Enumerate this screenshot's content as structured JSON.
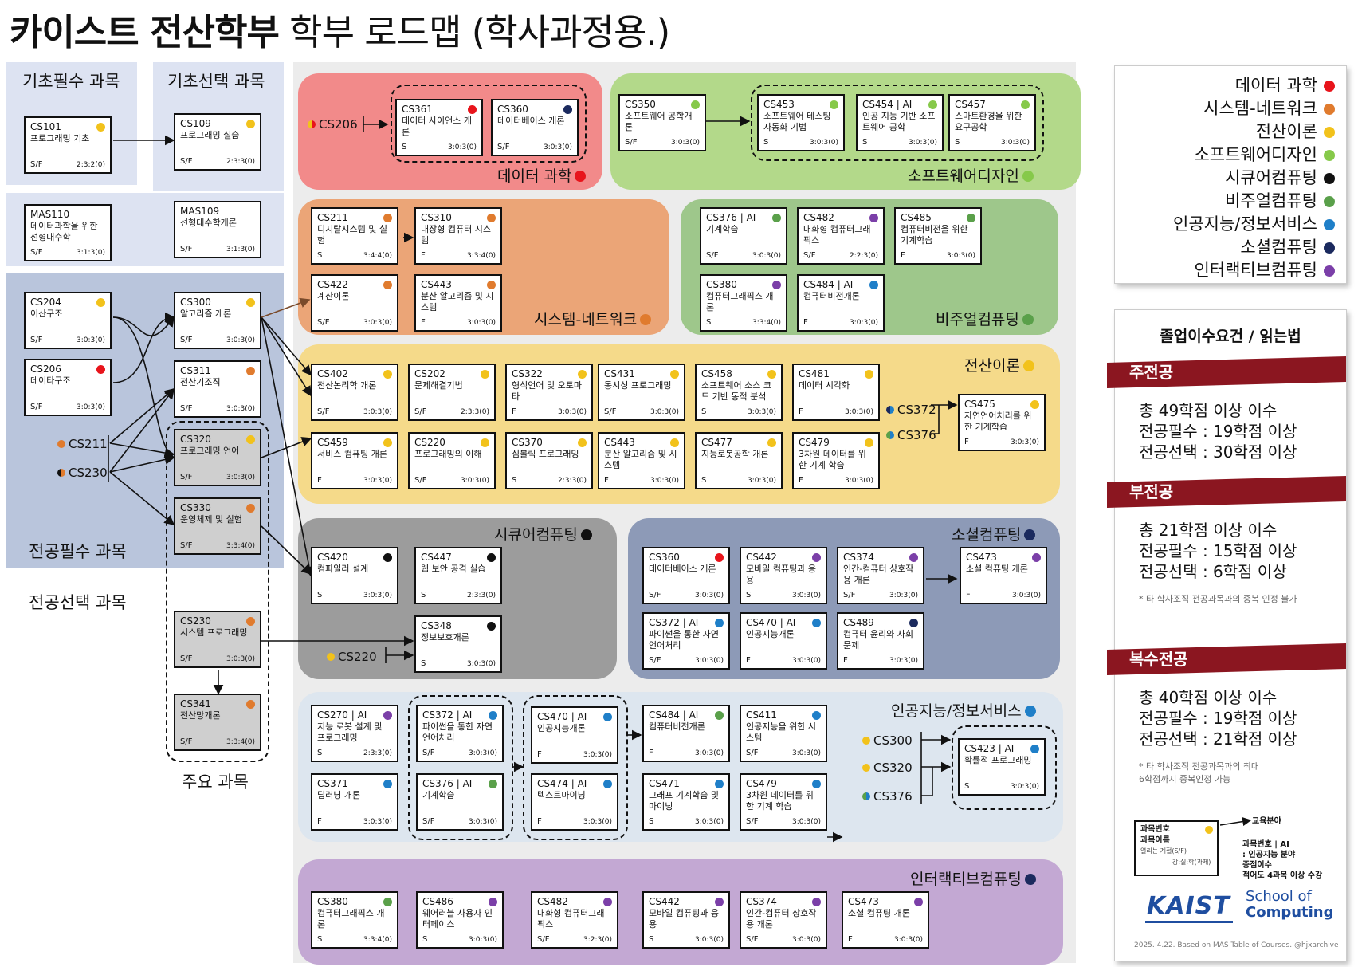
{
  "title": {
    "bold": "카이스트 전산학부",
    "rest": " 학부 로드맵 (학사과정용.)"
  },
  "colors": {
    "data_science": "#e8141b",
    "systems_network": "#e07b2e",
    "theory": "#f2c21b",
    "software_design": "#86c94a",
    "secure": "#111111",
    "visual": "#5aa04a",
    "ai_info": "#1f7fc8",
    "social": "#1b2a5e",
    "interactive": "#7b3fa8"
  },
  "sections": {
    "basic_required": "기초필수 과목",
    "basic_elective": "기초선택 과목",
    "major_required": "전공필수 과목",
    "major_elective": "전공선택 과목",
    "key_courses": "주요 과목"
  },
  "regions": {
    "data_science": "데이터 과학",
    "software_design": "소프트웨어디자인",
    "systems_network": "시스템-네트워크",
    "visual": "비주얼컴퓨팅",
    "theory": "전산이론",
    "secure": "시큐어컴퓨팅",
    "social": "소셜컴퓨팅",
    "ai_info": "인공지능/정보서비스",
    "interactive": "인터랙티브컴퓨팅"
  },
  "courses": {
    "cs101": {
      "code": "CS101",
      "name": "프로그래밍 기초",
      "sem": "S/F",
      "credits": "2:3:2(0)",
      "color": "#f2c21b"
    },
    "cs109": {
      "code": "CS109",
      "name": "프로그래밍 실습",
      "sem": "S/F",
      "credits": "2:3:3(0)",
      "color": "#f2c21b"
    },
    "mas110": {
      "code": "MAS110",
      "name": "데이터과학을 위한 선형대수학",
      "sem": "S/F",
      "credits": "3:1:3(0)"
    },
    "mas109": {
      "code": "MAS109",
      "name": "선형대수학개론",
      "sem": "S/F",
      "credits": "3:1:3(0)"
    },
    "cs204": {
      "code": "CS204",
      "name": "이산구조",
      "sem": "S/F",
      "credits": "3:0:3(0)",
      "color": "#f2c21b"
    },
    "cs206": {
      "code": "CS206",
      "name": "데이타구조",
      "sem": "S/F",
      "credits": "3:0:3(0)",
      "color": "#e8141b"
    },
    "cs300": {
      "code": "CS300",
      "name": "알고리즘 개론",
      "sem": "S/F",
      "credits": "3:0:3(0)",
      "color": "#f2c21b"
    },
    "cs311": {
      "code": "CS311",
      "name": "전산기조직",
      "sem": "S/F",
      "credits": "3:0:3(0)",
      "color": "#e07b2e"
    },
    "cs320": {
      "code": "CS320",
      "name": "프로그래밍 언어",
      "sem": "S/F",
      "credits": "3:0:3(0)",
      "color": "#f2c21b"
    },
    "cs330": {
      "code": "CS330",
      "name": "운영체제 및 실험",
      "sem": "S/F",
      "credits": "3:3:4(0)",
      "color": "#e07b2e"
    },
    "cs230": {
      "code": "CS230",
      "name": "시스템 프로그래밍",
      "sem": "S/F",
      "credits": "3:0:3(0)",
      "color": "#e07b2e"
    },
    "cs341": {
      "code": "CS341",
      "name": "전산망개론",
      "sem": "S/F",
      "credits": "3:3:4(0)",
      "color": "#e07b2e"
    },
    "cs361": {
      "code": "CS361",
      "name": "데이터 사이언스 개론",
      "sem": "S",
      "credits": "3:0:3(0)",
      "color": "#e8141b"
    },
    "cs360a": {
      "code": "CS360",
      "name": "데이터베이스 개론",
      "sem": "S/F",
      "credits": "3:0:3(0)",
      "color": "#1b2a5e"
    },
    "cs350": {
      "code": "CS350",
      "name": "소프트웨어 공학개론",
      "sem": "S/F",
      "credits": "3:0:3(0)",
      "color": "#86c94a"
    },
    "cs453": {
      "code": "CS453",
      "name": "소프트웨어 테스팅 자동화 기법",
      "sem": "S",
      "credits": "3:0:3(0)",
      "color": "#86c94a"
    },
    "cs454": {
      "code": "CS454 | AI",
      "name": "인공 지능 기반 소프트웨어 공학",
      "sem": "S",
      "credits": "3:0:3(0)",
      "color": "#86c94a"
    },
    "cs457": {
      "code": "CS457",
      "name": "스마트환경을 위한 요구공학",
      "sem": "S",
      "credits": "3:0:3(0)",
      "color": "#86c94a"
    },
    "cs211": {
      "code": "CS211",
      "name": "디지탈시스템 및 실험",
      "sem": "S",
      "credits": "3:4:4(0)",
      "color": "#e07b2e"
    },
    "cs310": {
      "code": "CS310",
      "name": "내장형 컴퓨터 시스템",
      "sem": "F",
      "credits": "3:3:4(0)",
      "color": "#e07b2e"
    },
    "cs422": {
      "code": "CS422",
      "name": "계산이론",
      "sem": "S/F",
      "credits": "3:0:3(0)",
      "color": "#e07b2e"
    },
    "cs443a": {
      "code": "CS443",
      "name": "분산 알고리즘 및 시스템",
      "sem": "F",
      "credits": "3:0:3(0)",
      "color": "#e07b2e"
    },
    "cs376a": {
      "code": "CS376 | AI",
      "name": "기계학습",
      "sem": "S/F",
      "credits": "3:0:3(0)",
      "color": "#5aa04a"
    },
    "cs482a": {
      "code": "CS482",
      "name": "대화형 컴퓨터그래픽스",
      "sem": "S/F",
      "credits": "2:2:3(0)",
      "color": "#7b3fa8"
    },
    "cs485": {
      "code": "CS485",
      "name": "컴퓨터비전을 위한 기계학습",
      "sem": "F",
      "credits": "3:0:3(0)",
      "color": "#5aa04a"
    },
    "cs380a": {
      "code": "CS380",
      "name": "컴퓨터그래픽스 개론",
      "sem": "S",
      "credits": "3:3:4(0)",
      "color": "#7b3fa8"
    },
    "cs484a": {
      "code": "CS484 | AI",
      "name": "컴퓨터비전개론",
      "sem": "F",
      "credits": "3:0:3(0)",
      "color": "#1f7fc8"
    },
    "cs402": {
      "code": "CS402",
      "name": "전산논리학 개론",
      "sem": "S/F",
      "credits": "3:0:3(0)",
      "color": "#f2c21b"
    },
    "cs202": {
      "code": "CS202",
      "name": "문제해결기법",
      "sem": "S/F",
      "credits": "2:3:3(0)",
      "color": "#f2c21b"
    },
    "cs322": {
      "code": "CS322",
      "name": "형식언어 및 오토마타",
      "sem": "F",
      "credits": "3:0:3(0)",
      "color": "#f2c21b"
    },
    "cs431": {
      "code": "CS431",
      "name": "동시성 프로그래밍",
      "sem": "S/F",
      "credits": "3:0:3(0)",
      "color": "#f2c21b"
    },
    "cs458": {
      "code": "CS458",
      "name": "소프트웨어 소스 코드 기반 동적 분석",
      "sem": "S",
      "credits": "3:0:3(0)",
      "color": "#f2c21b"
    },
    "cs481": {
      "code": "CS481",
      "name": "데이터 시각화",
      "sem": "F",
      "credits": "3:0:3(0)",
      "color": "#f2c21b"
    },
    "cs475": {
      "code": "CS475",
      "name": "자연언어처리를 위한 기계학습",
      "sem": "F",
      "credits": "3:0:3(0)",
      "color": "#f2c21b"
    },
    "cs459": {
      "code": "CS459",
      "name": "서비스 컴퓨팅 개론",
      "sem": "F",
      "credits": "3:0:3(0)",
      "color": "#f2c21b"
    },
    "cs220a": {
      "code": "CS220",
      "name": "프로그래밍의 이해",
      "sem": "S/F",
      "credits": "3:0:3(0)",
      "color": "#f2c21b"
    },
    "cs370": {
      "code": "CS370",
      "name": "심볼릭 프로그래밍",
      "sem": "S",
      "credits": "2:3:3(0)",
      "color": "#f2c21b"
    },
    "cs443b": {
      "code": "CS443",
      "name": "분산 알고리즘 및 시스템",
      "sem": "F",
      "credits": "3:0:3(0)",
      "color": "#f2c21b"
    },
    "cs477": {
      "code": "CS477",
      "name": "지능로봇공학 개론",
      "sem": "S",
      "credits": "3:0:3(0)",
      "color": "#f2c21b"
    },
    "cs479a": {
      "code": "CS479",
      "name": "3차원 데이터를 위한 기계 학습",
      "sem": "F",
      "credits": "3:0:3(0)",
      "color": "#f2c21b"
    },
    "cs420": {
      "code": "CS420",
      "name": "컴파일러 설계",
      "sem": "S",
      "credits": "3:0:3(0)",
      "color": "#111111"
    },
    "cs447": {
      "code": "CS447",
      "name": "웹 보안 공격 실습",
      "sem": "S",
      "credits": "2:3:3(0)",
      "color": "#111111"
    },
    "cs348": {
      "code": "CS348",
      "name": "정보보호개론",
      "sem": "S",
      "credits": "3:0:3(0)",
      "color": "#111111"
    },
    "cs360b": {
      "code": "CS360",
      "name": "데이터베이스 개론",
      "sem": "S/F",
      "credits": "3:0:3(0)",
      "color": "#e8141b"
    },
    "cs442a": {
      "code": "CS442",
      "name": "모바일 컴퓨팅과 응용",
      "sem": "S",
      "credits": "3:0:3(0)",
      "color": "#7b3fa8"
    },
    "cs374a": {
      "code": "CS374",
      "name": "인간-컴퓨터 상호작용 개론",
      "sem": "S/F",
      "credits": "3:0:3(0)",
      "color": "#7b3fa8"
    },
    "cs473a": {
      "code": "CS473",
      "name": "소셜 컴퓨팅 개론",
      "sem": "F",
      "credits": "3:0:3(0)",
      "color": "#7b3fa8"
    },
    "cs372a": {
      "code": "CS372 | AI",
      "name": "파이썬을 통한 자연언어처리",
      "sem": "S/F",
      "credits": "3:0:3(0)",
      "color": "#1f7fc8"
    },
    "cs470a": {
      "code": "CS470 | AI",
      "name": "인공지능개론",
      "sem": "F",
      "credits": "3:0:3(0)",
      "color": "#1f7fc8"
    },
    "cs489": {
      "code": "CS489",
      "name": "컴퓨터 윤리와 사회문제",
      "sem": "F",
      "credits": "3:0:3(0)",
      "color": "#1b2a5e"
    },
    "cs270": {
      "code": "CS270 | AI",
      "name": "지능 로봇 설계 및 프로그래밍",
      "sem": "S",
      "credits": "2:3:3(0)",
      "color": "#7b3fa8"
    },
    "cs372b": {
      "code": "CS372 | AI",
      "name": "파이썬을 통한 자연언어처리",
      "sem": "S/F",
      "credits": "3:0:3(0)",
      "color": "#1f7fc8"
    },
    "cs470b": {
      "code": "CS470 | AI",
      "name": "인공지능개론",
      "sem": "F",
      "credits": "3:0:3(0)",
      "color": "#1f7fc8"
    },
    "cs484b": {
      "code": "CS484 | AI",
      "name": "컴퓨터비전개론",
      "sem": "F",
      "credits": "3:0:3(0)",
      "color": "#5aa04a"
    },
    "cs411": {
      "code": "CS411",
      "name": "인공지능을 위한 시스템",
      "sem": "S/F",
      "credits": "3:0:3(0)",
      "color": "#1f7fc8"
    },
    "cs371": {
      "code": "CS371",
      "name": "딥러닝 개론",
      "sem": "F",
      "credits": "3:0:3(0)",
      "color": "#1f7fc8"
    },
    "cs376b": {
      "code": "CS376 | AI",
      "name": "기계학습",
      "sem": "S/F",
      "credits": "3:0:3(0)",
      "color": "#5aa04a"
    },
    "cs474": {
      "code": "CS474 | AI",
      "name": "텍스트마이닝",
      "sem": "F",
      "credits": "3:0:3(0)",
      "color": "#1f7fc8"
    },
    "cs471": {
      "code": "CS471",
      "name": "그래프 기계학습 및 마이닝",
      "sem": "S",
      "credits": "3:0:3(0)",
      "color": "#1f7fc8"
    },
    "cs479b": {
      "code": "CS479",
      "name": "3차원 데이터를 위한 기계 학습",
      "sem": "S/F",
      "credits": "3:0:3(0)",
      "color": "#1f7fc8"
    },
    "cs423": {
      "code": "CS423 | AI",
      "name": "확률적 프로그래밍",
      "sem": "S",
      "credits": "3:0:3(0)",
      "color": "#1f7fc8"
    },
    "cs380b": {
      "code": "CS380",
      "name": "컴퓨터그래픽스 개론",
      "sem": "S",
      "credits": "3:3:4(0)",
      "color": "#5aa04a"
    },
    "cs486": {
      "code": "CS486",
      "name": "웨어러블 사용자 인터페이스",
      "sem": "S",
      "credits": "3:0:3(0)",
      "color": "#7b3fa8"
    },
    "cs482b": {
      "code": "CS482",
      "name": "대화형 컴퓨터그래픽스",
      "sem": "S/F",
      "credits": "3:2:3(0)",
      "color": "#7b3fa8"
    },
    "cs442b": {
      "code": "CS442",
      "name": "모바일 컴퓨팅과 응용",
      "sem": "S",
      "credits": "3:0:3(0)",
      "color": "#7b3fa8"
    },
    "cs374b": {
      "code": "CS374",
      "name": "인간-컴퓨터 상호작용 개론",
      "sem": "S/F",
      "credits": "3:0:3(0)",
      "color": "#7b3fa8"
    },
    "cs473b": {
      "code": "CS473",
      "name": "소셜 컴퓨팅 개론",
      "sem": "F",
      "credits": "3:0:3(0)",
      "color": "#7b3fa8"
    }
  },
  "external_prereqs": {
    "cs206": "CS206",
    "cs211": "CS211",
    "cs230": "CS230",
    "cs372": "CS372",
    "cs376": "CS376",
    "cs220": "CS220",
    "cs300": "CS300",
    "cs320": "CS320",
    "cs376b": "CS376"
  },
  "legend": [
    {
      "label": "데이터 과학",
      "color": "#e8141b"
    },
    {
      "label": "시스템-네트워크",
      "color": "#e07b2e"
    },
    {
      "label": "전산이론",
      "color": "#f2c21b"
    },
    {
      "label": "소프트웨어디자인",
      "color": "#86c94a"
    },
    {
      "label": "시큐어컴퓨팅",
      "color": "#111111"
    },
    {
      "label": "비주얼컴퓨팅",
      "color": "#5aa04a"
    },
    {
      "label": "인공지능/정보서비스",
      "color": "#1f7fc8"
    },
    {
      "label": "소셜컴퓨팅",
      "color": "#1b2a5e"
    },
    {
      "label": "인터랙티브컴퓨팅",
      "color": "#7b3fa8"
    }
  ],
  "requirements": {
    "title": "졸업이수요건 / 읽는법",
    "major": {
      "label": "주전공",
      "l1": "총 49학점 이상 이수",
      "l2": "전공필수 : 19학점 이상",
      "l3": "전공선택 : 30학점 이상"
    },
    "minor": {
      "label": "부전공",
      "l1": "총 21학점 이상 이수",
      "l2": "전공필수 : 15학점 이상",
      "l3": "전공선택 : 6학점 이상",
      "note": "* 타 학사조직 전공과목과의 중복 인정 불가"
    },
    "double": {
      "label": "복수전공",
      "l1": "총 40학점 이상 이수",
      "l2": "전공필수 : 19학점 이상",
      "l3": "전공선택 : 21학점 이상",
      "note1": "* 타 학사조직 전공과목과의 최대",
      "note2": "6학점까지 중복인정 가능"
    }
  },
  "how_to_read": {
    "code": "과목번호",
    "name": "과목이름",
    "sem": "열리는 계절(S/F)",
    "credits": "강:실:학(과제)",
    "field": "교육분야",
    "ai1": "과목번호 | AI",
    "ai2": ": 인공지능 분야",
    "ai3": "중점이수",
    "ai4": "적어도 4과목 이상 수강"
  },
  "logo": {
    "kaist": "KAIST",
    "school1": "School of",
    "school2": "Computing"
  },
  "footer": "2025. 4.22. Based on MAS Table of Courses. @hjxarchive"
}
